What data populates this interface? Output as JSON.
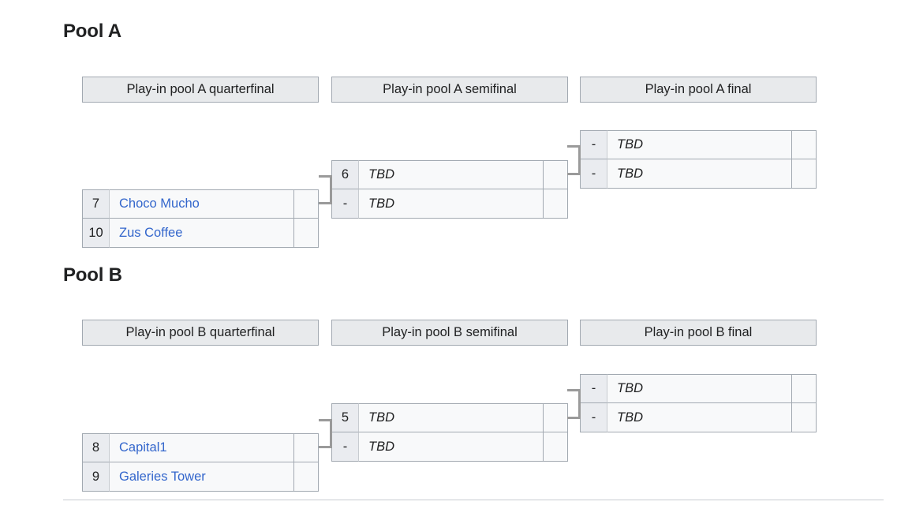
{
  "pools": [
    {
      "id": "pool-a",
      "title": "Pool A",
      "rounds": [
        {
          "key": "quarterfinal",
          "label": "Play-in pool A quarterfinal"
        },
        {
          "key": "semifinal",
          "label": "Play-in pool A semifinal"
        },
        {
          "key": "final",
          "label": "Play-in pool A final"
        }
      ],
      "quarterfinal": {
        "rows": [
          {
            "seed": "7",
            "team": "Choco Mucho",
            "score": "",
            "tbd": false
          },
          {
            "seed": "10",
            "team": "Zus Coffee",
            "score": "",
            "tbd": false
          }
        ]
      },
      "semifinal": {
        "rows": [
          {
            "seed": "6",
            "team": "TBD",
            "score": "",
            "tbd": true
          },
          {
            "seed": "-",
            "team": "TBD",
            "score": "",
            "tbd": true
          }
        ]
      },
      "final": {
        "rows": [
          {
            "seed": "-",
            "team": "TBD",
            "score": "",
            "tbd": true
          },
          {
            "seed": "-",
            "team": "TBD",
            "score": "",
            "tbd": true
          }
        ]
      }
    },
    {
      "id": "pool-b",
      "title": "Pool B",
      "rounds": [
        {
          "key": "quarterfinal",
          "label": "Play-in pool B quarterfinal"
        },
        {
          "key": "semifinal",
          "label": "Play-in pool B semifinal"
        },
        {
          "key": "final",
          "label": "Play-in pool B final"
        }
      ],
      "quarterfinal": {
        "rows": [
          {
            "seed": "8",
            "team": "Capital1",
            "score": "",
            "tbd": false
          },
          {
            "seed": "9",
            "team": "Galeries Tower",
            "score": "",
            "tbd": false
          }
        ]
      },
      "semifinal": {
        "rows": [
          {
            "seed": "5",
            "team": "TBD",
            "score": "",
            "tbd": true
          },
          {
            "seed": "-",
            "team": "TBD",
            "score": "",
            "tbd": true
          }
        ]
      },
      "final": {
        "rows": [
          {
            "seed": "-",
            "team": "TBD",
            "score": "",
            "tbd": true
          },
          {
            "seed": "-",
            "team": "TBD",
            "score": "",
            "tbd": true
          }
        ]
      }
    }
  ],
  "colors": {
    "link": "#3366cc",
    "header_bg": "#e8eaec",
    "seed_bg": "#eaecf0",
    "cell_bg": "#f8f9fa",
    "border": "#a2a9b1",
    "connector": "#9a9a9a"
  }
}
